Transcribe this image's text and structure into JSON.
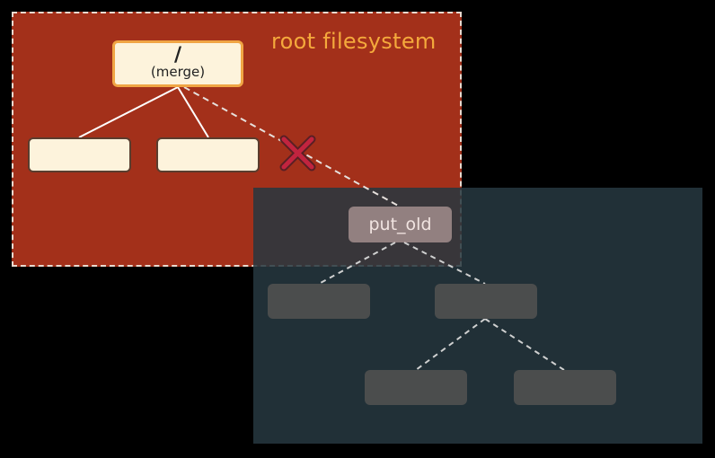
{
  "diagram": {
    "root_label": "root filesystem",
    "merge_node": {
      "symbol": "/",
      "sublabel": "(merge)"
    },
    "put_old_label": "put_old",
    "colors": {
      "root_panel": "#a3301a",
      "old_panel": "#263840",
      "accent_orange": "#f4a93c",
      "light_node": "#fdf3dc",
      "dark_node": "#4b4d4d",
      "cross_mark": "#c2243f"
    },
    "icons": {
      "cut_mark": "cross-icon"
    }
  }
}
